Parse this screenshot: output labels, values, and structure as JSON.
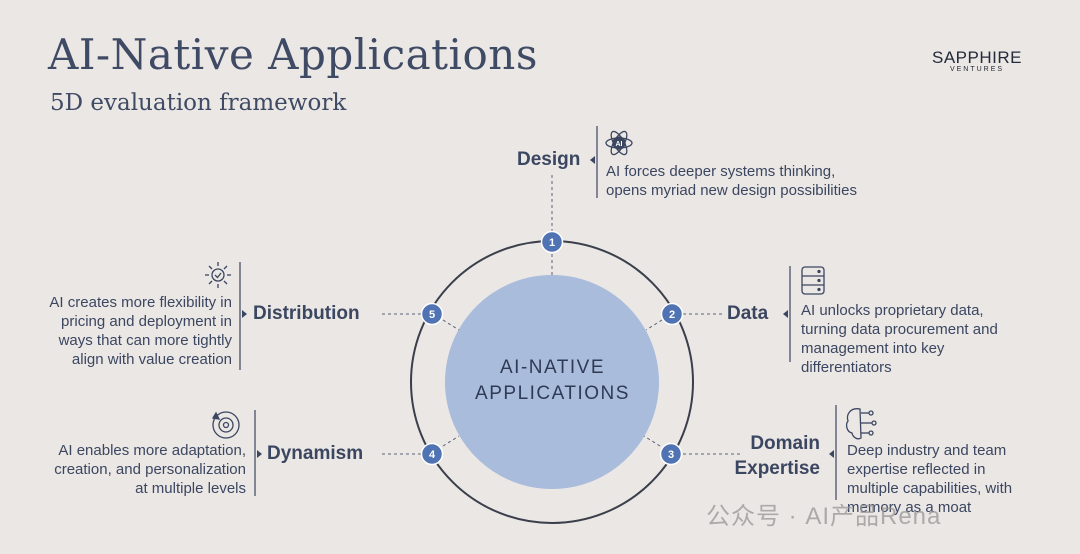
{
  "header": {
    "title": "AI-Native Applications",
    "subtitle": "5D evaluation framework",
    "logo_name": "SAPPHIRE",
    "logo_sub": "VENTURES"
  },
  "center": {
    "line1": "AI-NATIVE",
    "line2": "APPLICATIONS"
  },
  "dimensions": [
    {
      "number": "1",
      "name": "Design",
      "icon": "atom-ai-icon",
      "lines": [
        "AI forces deeper systems thinking,",
        "opens myriad new design possibilities"
      ]
    },
    {
      "number": "2",
      "name": "Data",
      "icon": "database-icon",
      "lines": [
        "AI unlocks proprietary data,",
        "turning data procurement and",
        "management into key",
        "differentiators"
      ]
    },
    {
      "number": "3",
      "name_lines": [
        "Domain",
        "Expertise"
      ],
      "icon": "brain-circuit-icon",
      "lines": [
        "Deep industry and team",
        "expertise reflected in",
        "multiple capabilities, with",
        "memory as a moat"
      ]
    },
    {
      "number": "4",
      "name": "Dynamism",
      "icon": "gear-cycle-icon",
      "lines": [
        "AI enables more adaptation,",
        "creation, and personalization",
        "at multiple levels"
      ]
    },
    {
      "number": "5",
      "name": "Distribution",
      "icon": "sparkle-check-icon",
      "lines": [
        "AI creates more flexibility in",
        "pricing and deployment in",
        "ways that can more tightly",
        "align with value creation"
      ]
    }
  ],
  "watermark": "公众号 · AI产品Rena",
  "colors": {
    "background": "#ebe7e4",
    "node_fill": "#4f73b3",
    "center_fill": "#a9bcdc",
    "ring_stroke": "#3a3f4b",
    "text": "#3b4661"
  }
}
